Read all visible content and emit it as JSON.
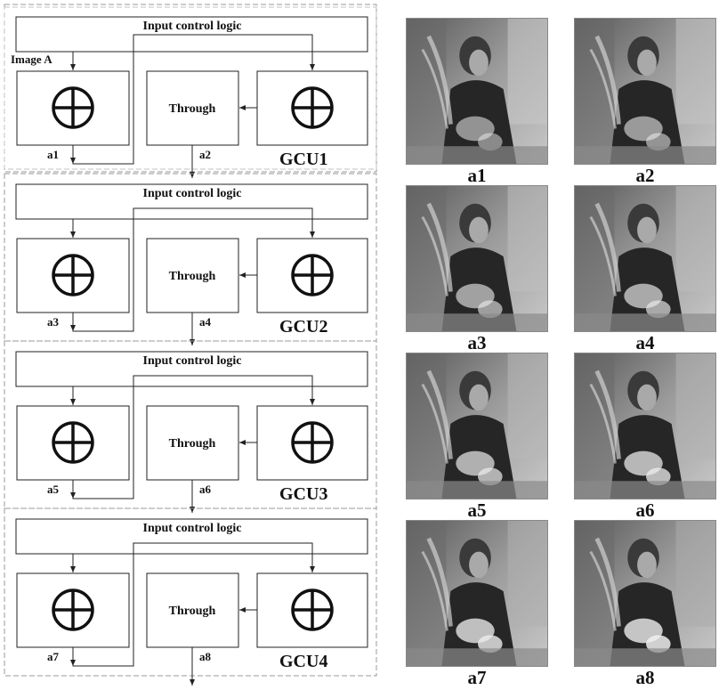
{
  "diagram": {
    "input_label": "Image A",
    "stages": [
      {
        "input_logic_label": "Input control logic",
        "through_label": "Through",
        "unit_label": "GCU1",
        "left_output": "a1",
        "through_output": "a2"
      },
      {
        "input_logic_label": "Input control logic",
        "through_label": "Through",
        "unit_label": "GCU2",
        "left_output": "a3",
        "through_output": "a4"
      },
      {
        "input_logic_label": "Input control logic",
        "through_label": "Through",
        "unit_label": "GCU3",
        "left_output": "a5",
        "through_output": "a6"
      },
      {
        "input_logic_label": "Input control logic",
        "through_label": "Through",
        "unit_label": "GCU4",
        "left_output": "a7",
        "through_output": "a8"
      }
    ]
  },
  "results": {
    "captions": [
      "a1",
      "a2",
      "a3",
      "a4",
      "a5",
      "a6",
      "a7",
      "a8"
    ]
  },
  "colors": {
    "line": "#222222",
    "dashed_border": "#9a9a9a",
    "photo_dark": "#2b2b2b",
    "photo_light": "#d8d8d8"
  }
}
